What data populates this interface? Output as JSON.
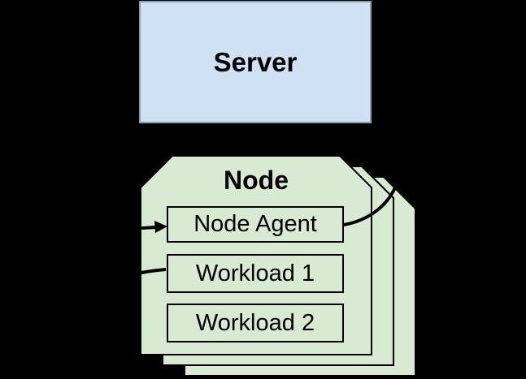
{
  "diagram": {
    "background_color": "#000000",
    "server": {
      "label": "Server",
      "fill_color": "#cfe2f3",
      "border_color": "#8b9db2"
    },
    "node_stack": {
      "title": "Node",
      "stacked_copies": 3,
      "fill_color": "#d9ead3",
      "border_color": "#000000",
      "boxes": [
        {
          "label": "Node Agent"
        },
        {
          "label": "Workload 1"
        },
        {
          "label": "Workload 2"
        }
      ]
    },
    "arrows": {
      "color": "#000000",
      "items": [
        {
          "id": "arrow-into-node-agent",
          "target": "Node Agent",
          "has_head": true
        },
        {
          "id": "line-from-workload-1",
          "target": "Workload 1",
          "has_head": false
        },
        {
          "id": "curve-node-agent-to-server",
          "target": "Server",
          "has_head": false
        }
      ]
    }
  }
}
